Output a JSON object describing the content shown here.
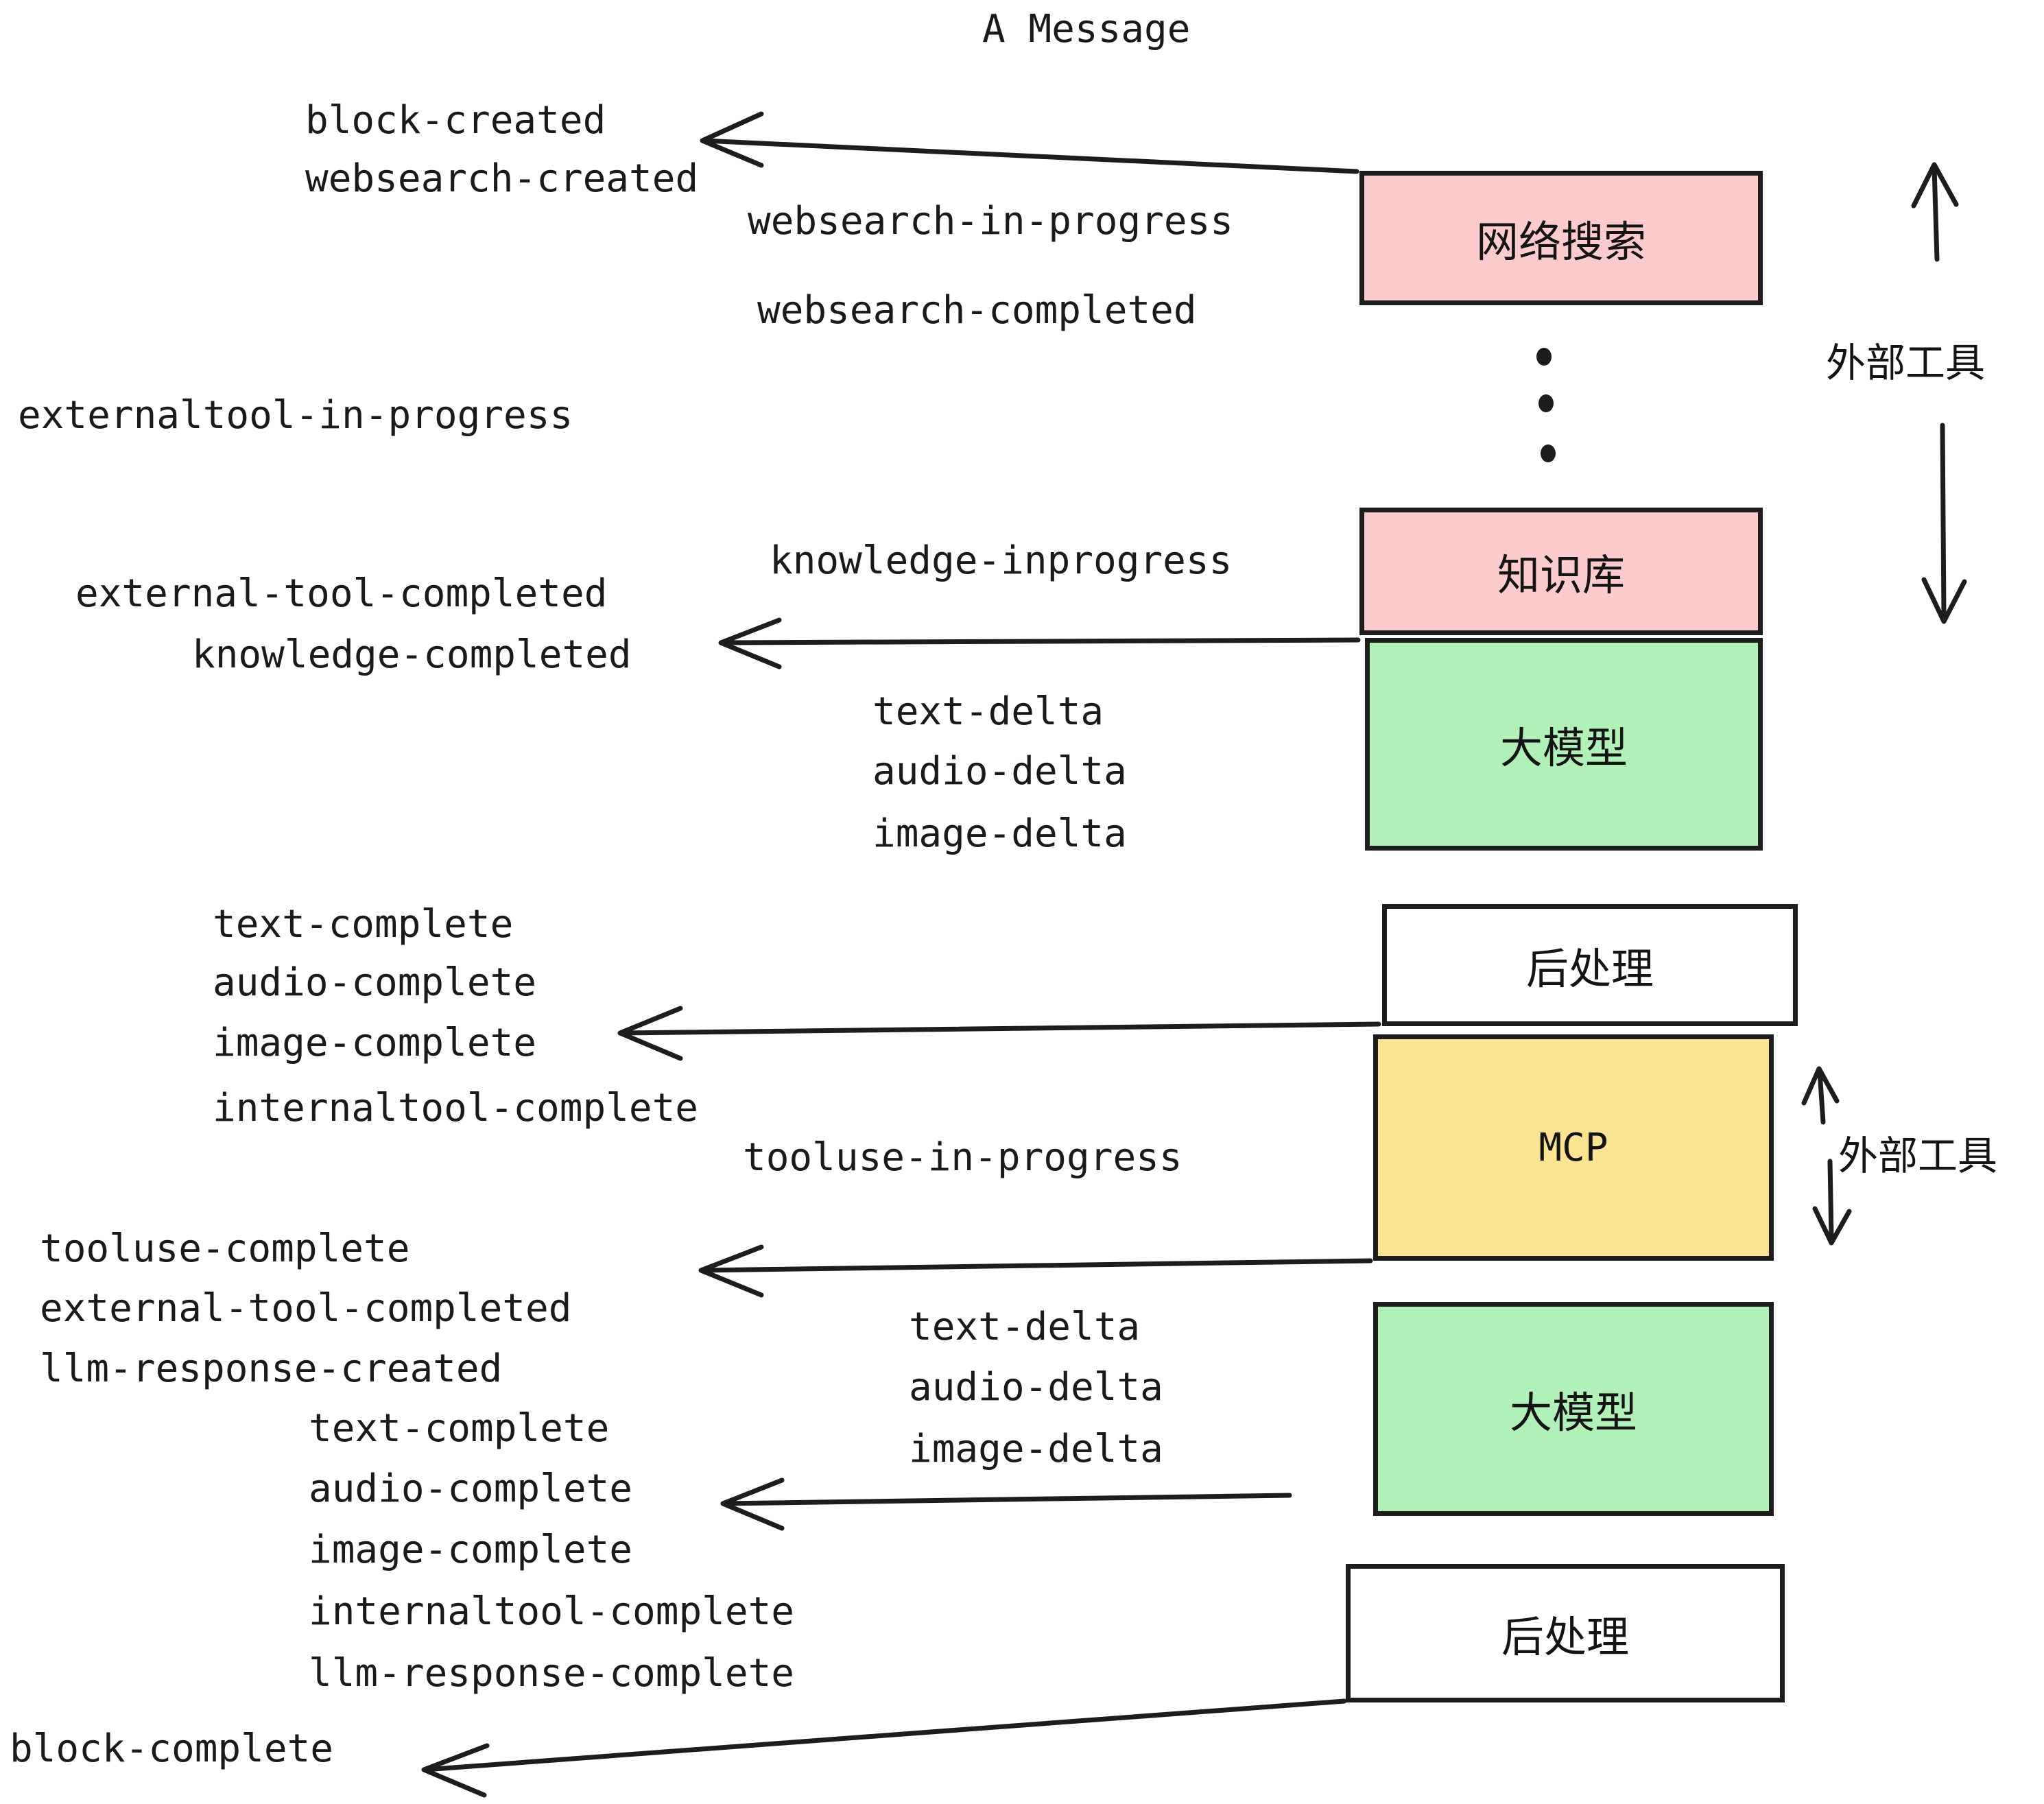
{
  "title": "A Message",
  "colors": {
    "pink": "#fccccc",
    "green": "#b1f0b8",
    "yellow": "#fae494",
    "white": "#ffffff",
    "stroke": "#1d1d1d",
    "text": "#1a1a1a"
  },
  "boxes": [
    {
      "id": "websearch",
      "label": "网络搜索",
      "fill": "#fccccc",
      "mono": false
    },
    {
      "id": "knowledge",
      "label": "知识库",
      "fill": "#fccccc",
      "mono": false
    },
    {
      "id": "llm-top",
      "label": "大模型",
      "fill": "#b1f0b8",
      "mono": false
    },
    {
      "id": "postprocess-top",
      "label": "后处理",
      "fill": "#ffffff",
      "mono": false
    },
    {
      "id": "mcp",
      "label": "MCP",
      "fill": "#fae494",
      "mono": true
    },
    {
      "id": "llm-bottom",
      "label": "大模型",
      "fill": "#b1f0b8",
      "mono": false
    },
    {
      "id": "postprocess-bottom",
      "label": "后处理",
      "fill": "#ffffff",
      "mono": false
    }
  ],
  "side_labels": [
    {
      "id": "external-tools-top",
      "label": "外部工具"
    },
    {
      "id": "external-tools-bottom",
      "label": "外部工具"
    }
  ],
  "events": [
    {
      "id": "block-created",
      "text": "block-created"
    },
    {
      "id": "websearch-created",
      "text": "websearch-created"
    },
    {
      "id": "websearch-in-progress",
      "text": "websearch-in-progress"
    },
    {
      "id": "websearch-completed",
      "text": "websearch-completed"
    },
    {
      "id": "externaltool-in-progress",
      "text": "externaltool-in-progress"
    },
    {
      "id": "knowledge-inprogress",
      "text": "knowledge-inprogress"
    },
    {
      "id": "external-tool-completed-1",
      "text": "external-tool-completed"
    },
    {
      "id": "knowledge-completed",
      "text": "knowledge-completed"
    },
    {
      "id": "text-delta-1",
      "text": "text-delta"
    },
    {
      "id": "audio-delta-1",
      "text": "audio-delta"
    },
    {
      "id": "image-delta-1",
      "text": "image-delta"
    },
    {
      "id": "text-complete-1",
      "text": "text-complete"
    },
    {
      "id": "audio-complete-1",
      "text": "audio-complete"
    },
    {
      "id": "image-complete-1",
      "text": "image-complete"
    },
    {
      "id": "internaltool-complete-1",
      "text": "internaltool-complete"
    },
    {
      "id": "tooluse-in-progress",
      "text": "tooluse-in-progress"
    },
    {
      "id": "tooluse-complete",
      "text": "tooluse-complete"
    },
    {
      "id": "external-tool-completed-2",
      "text": "external-tool-completed"
    },
    {
      "id": "llm-response-created",
      "text": "llm-response-created"
    },
    {
      "id": "text-delta-2",
      "text": "text-delta"
    },
    {
      "id": "audio-delta-2",
      "text": "audio-delta"
    },
    {
      "id": "image-delta-2",
      "text": "image-delta"
    },
    {
      "id": "text-complete-2",
      "text": "text-complete"
    },
    {
      "id": "audio-complete-2",
      "text": "audio-complete"
    },
    {
      "id": "image-complete-2",
      "text": "image-complete"
    },
    {
      "id": "internaltool-complete-2",
      "text": "internaltool-complete"
    },
    {
      "id": "llm-response-complete",
      "text": "llm-response-complete"
    },
    {
      "id": "block-complete",
      "text": "block-complete"
    }
  ]
}
